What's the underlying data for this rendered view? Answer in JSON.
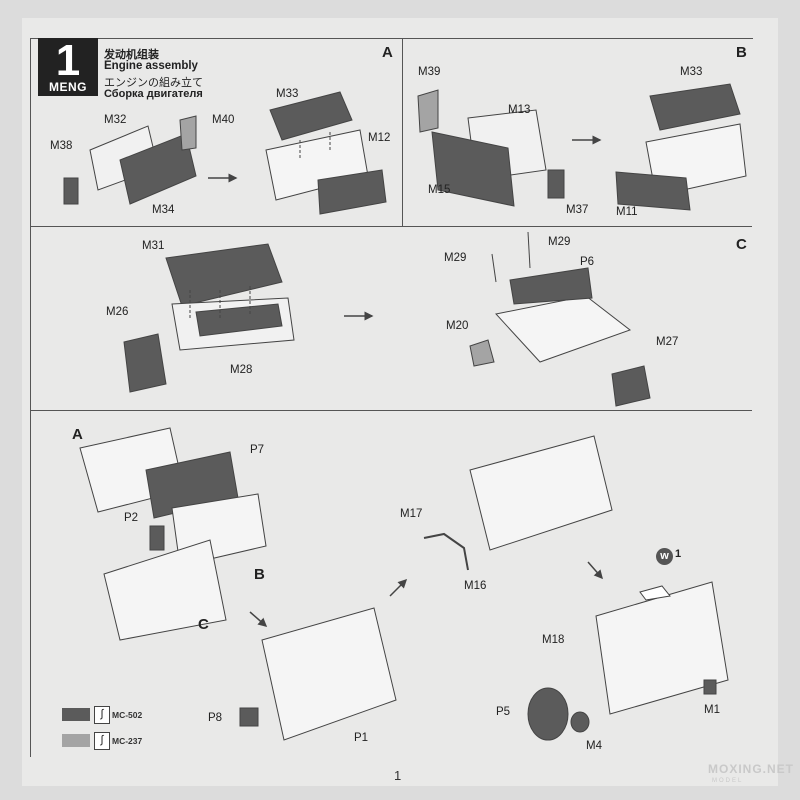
{
  "step": {
    "number": "1",
    "brand": "MENG"
  },
  "titles": {
    "chinese": "发动机组装",
    "english": "Engine assembly",
    "japanese": "エンジンの組み立て",
    "russian": "Сборка двигателя"
  },
  "sections": {
    "a": "A",
    "b": "B",
    "c": "C",
    "final_a": "A",
    "final_b": "B",
    "final_c": "C"
  },
  "part_labels": {
    "m38": "M38",
    "m32": "M32",
    "m40": "M40",
    "m34": "M34",
    "m33_a": "M33",
    "m12": "M12",
    "m39": "M39",
    "m13": "M13",
    "m15": "M15",
    "m37": "M37",
    "m33_b": "M33",
    "m11": "M11",
    "m31": "M31",
    "m26": "M26",
    "m28": "M28",
    "m29_left": "M29",
    "m29_right": "M29",
    "p6": "P6",
    "m20": "M20",
    "m27": "M27",
    "p7": "P7",
    "p2": "P2",
    "p8": "P8",
    "p1": "P1",
    "m17": "M17",
    "m16": "M16",
    "m18": "M18",
    "p5": "P5",
    "m4": "M4",
    "m1": "M1"
  },
  "badge": {
    "letter": "w",
    "number": "1"
  },
  "legend": [
    {
      "code": "MC-502",
      "color": "#5b5b5b"
    },
    {
      "code": "MC-237",
      "color": "#a4a4a4"
    }
  ],
  "page_number": "1",
  "watermark": {
    "main": "MOXING.NET",
    "sub": "MODEL"
  }
}
